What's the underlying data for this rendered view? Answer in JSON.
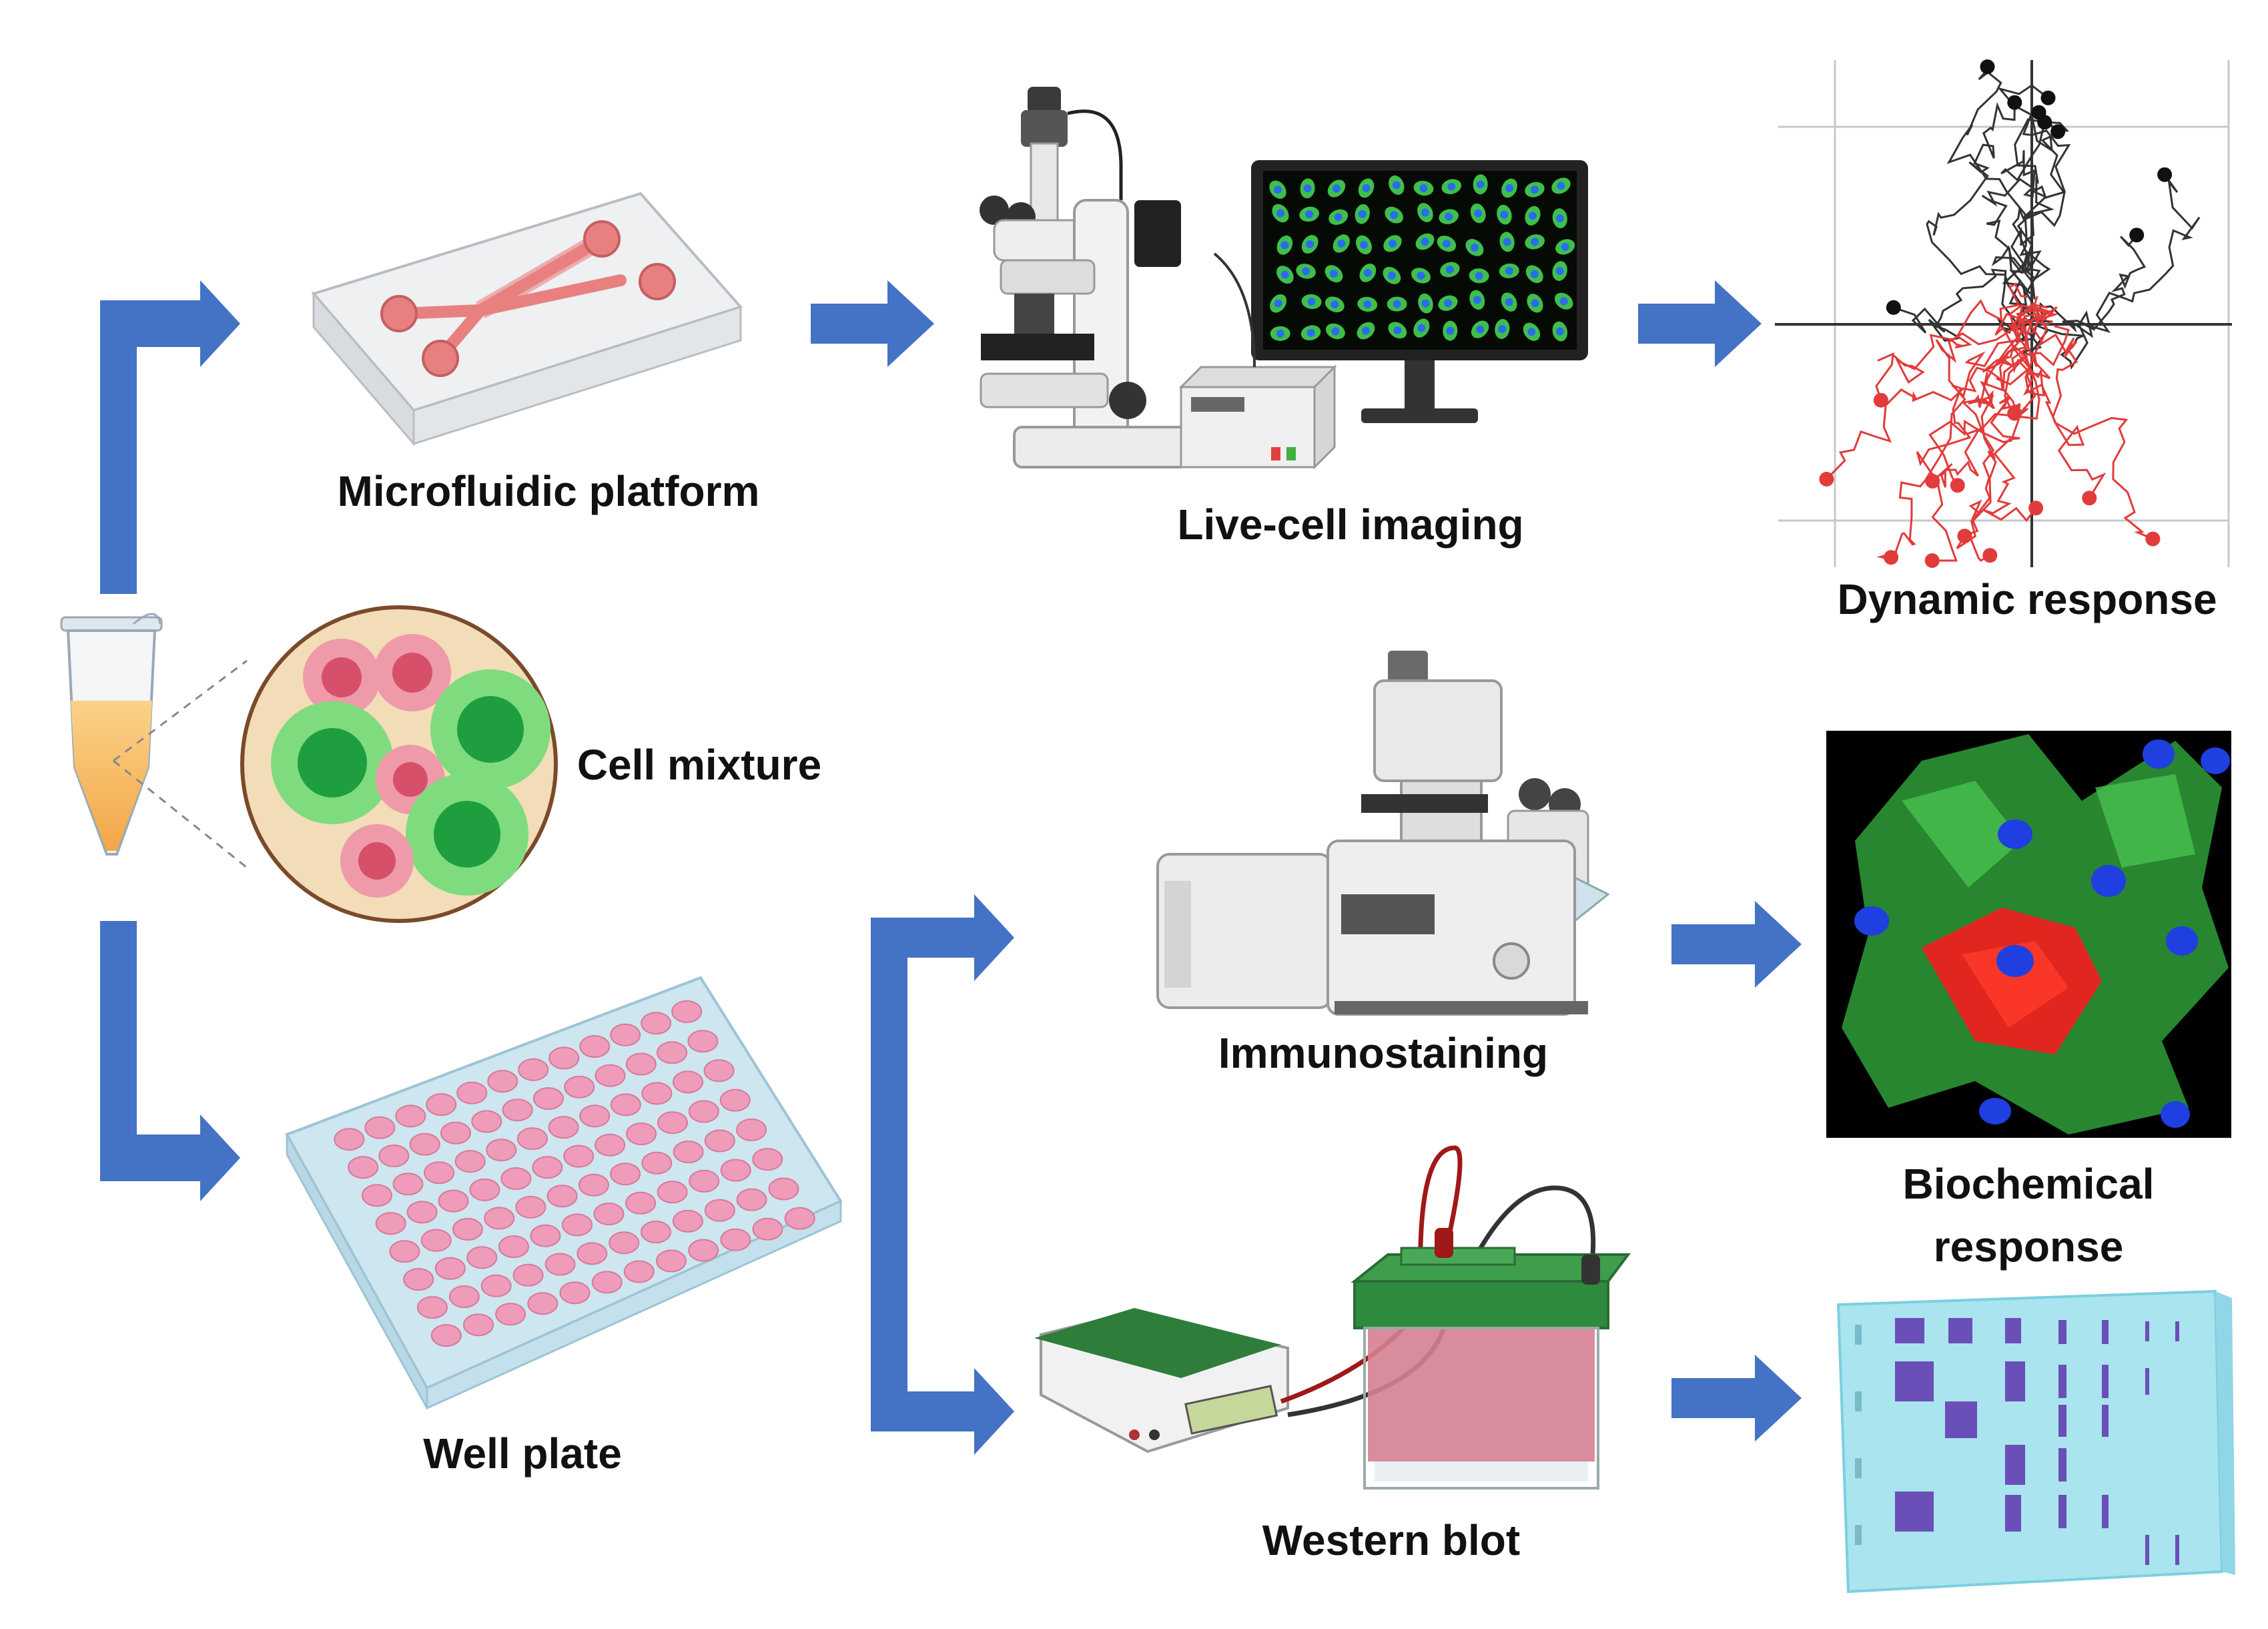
{
  "labels": {
    "microfluidic": "Microfluidic platform",
    "live_cell": "Live-cell imaging",
    "dynamic": "Dynamic response",
    "cell_mixture": "Cell mixture",
    "immunostaining": "Immunostaining",
    "biochemical_line1": "Biochemical",
    "biochemical_line2": "response",
    "well_plate": "Well plate",
    "western_blot": "Western blot"
  },
  "colors": {
    "arrow": "#4472c4",
    "channel": "#e98080",
    "cell_pink": "#e67a8e",
    "cell_green": "#5ccb5c",
    "trajectory_red": "#e23b3b",
    "trajectory_black": "#333333",
    "gel": "#a9e4ef",
    "band": "#6b4fb8"
  }
}
